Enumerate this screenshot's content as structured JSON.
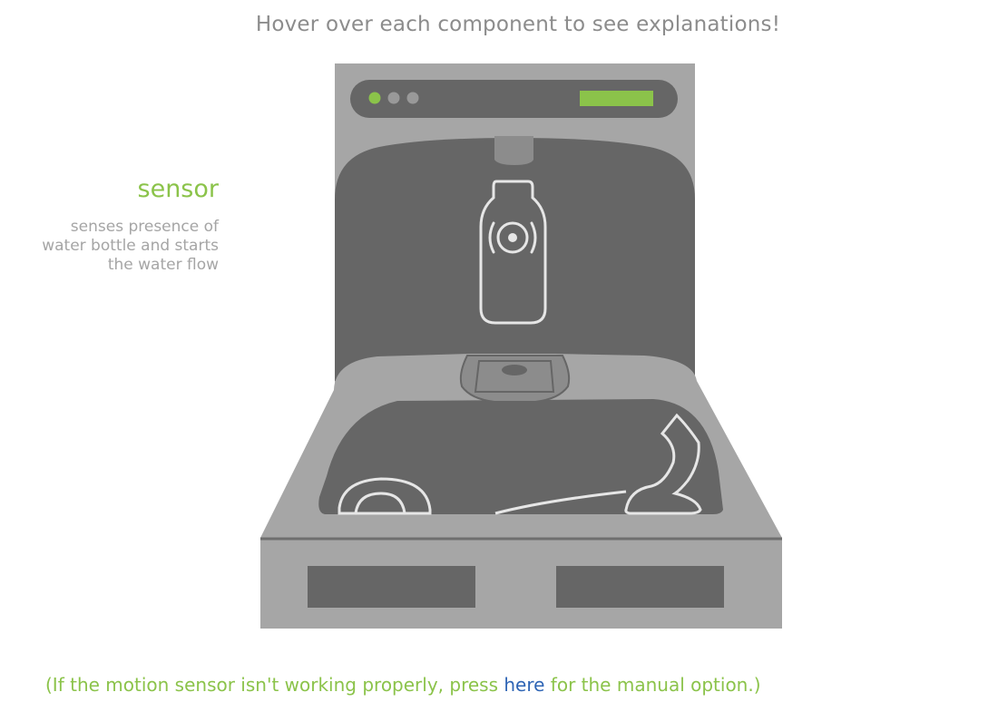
{
  "header": {
    "instruction": "Hover over each component to see explanations!"
  },
  "info": {
    "title": "sensor",
    "description": "senses presence of water bottle and starts the water flow"
  },
  "footer": {
    "prefix": "(If the motion sensor isn't working properly, press ",
    "link": "here",
    "suffix": " for the manual option.)"
  },
  "colors": {
    "accent": "#8bc34a",
    "link": "#2f65b5",
    "body_light": "#a6a6a6",
    "body_dark": "#666666",
    "outline": "#e6e6e6"
  }
}
